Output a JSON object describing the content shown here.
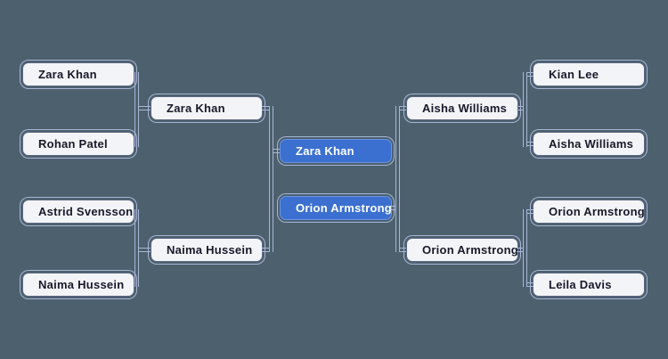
{
  "colors": {
    "background": "#4c606e",
    "node_fill": "#f3f4f7",
    "node_border": "#5a6880",
    "outer_outline": "#a9b6d6",
    "connector": "#a9b6d6",
    "winner_fill": "#3b70d0",
    "winner_border": "#6c92de",
    "text_dark": "#17192a",
    "text_light": "#ffffff"
  },
  "bracket": {
    "rounds": {
      "left_quarterfinals": [
        "Zara Khan",
        "Rohan Patel",
        "Astrid Svensson",
        "Naima Hussein"
      ],
      "left_semifinals": [
        "Zara Khan",
        "Naima Hussein"
      ],
      "finals": [
        "Zara Khan",
        "Orion Armstrong"
      ],
      "right_semifinals": [
        "Aisha Williams",
        "Orion Armstrong"
      ],
      "right_quarterfinals": [
        "Kian Lee",
        "Aisha Williams",
        "Orion Armstrong",
        "Leila Davis"
      ]
    },
    "highlighted": [
      "Zara Khan",
      "Orion Armstrong"
    ]
  }
}
